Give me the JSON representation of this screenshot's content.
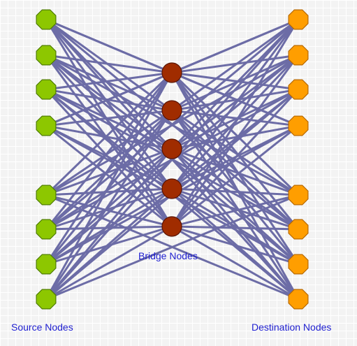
{
  "labels": {
    "source": "Source Nodes",
    "bridge": "Bridge Nodes",
    "destination": "Destination Nodes"
  },
  "colors": {
    "source_fill": "#8dc700",
    "source_stroke": "#4f7d00",
    "bridge_fill": "#a02c00",
    "bridge_stroke": "#5a1500",
    "destination_fill": "#ff9e00",
    "destination_stroke": "#b86a00",
    "edge": "#6c6ca6"
  },
  "counts": {
    "source": 8,
    "bridge": 5,
    "destination": 8
  }
}
